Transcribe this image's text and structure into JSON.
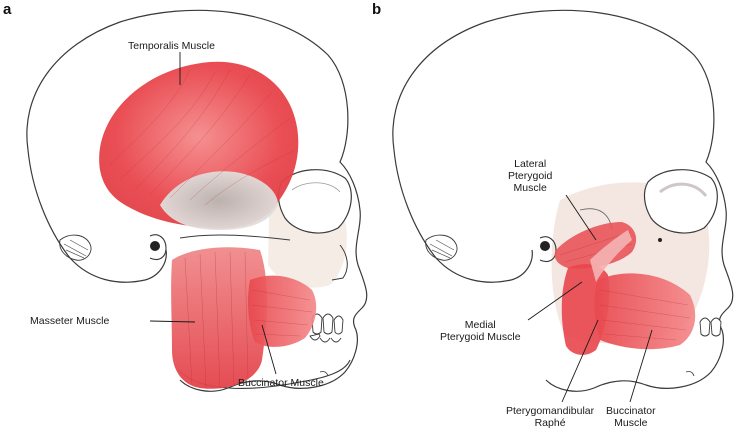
{
  "panels": [
    {
      "letter": "a",
      "labels": {
        "temporalis": "Temporalis Muscle",
        "masseter": "Masseter Muscle",
        "buccinator": "Buccinator Muscle"
      }
    },
    {
      "letter": "b",
      "labels": {
        "lateral_pterygoid": [
          "Lateral",
          "Pterygoid",
          "Muscle"
        ],
        "medial_pterygoid": [
          "Medial",
          "Pterygoid Muscle"
        ],
        "pterygomandibular_raphe": [
          "Pterygomandibular",
          "Raphé"
        ],
        "buccinator": [
          "Buccinator",
          "Muscle"
        ]
      }
    }
  ],
  "colors": {
    "muscle": "#e8454b",
    "muscle_light": "#f07d7f",
    "tendon": "#c9c6c2",
    "outline": "#3a3a3a",
    "skin_shade": "#f1e4dd"
  }
}
